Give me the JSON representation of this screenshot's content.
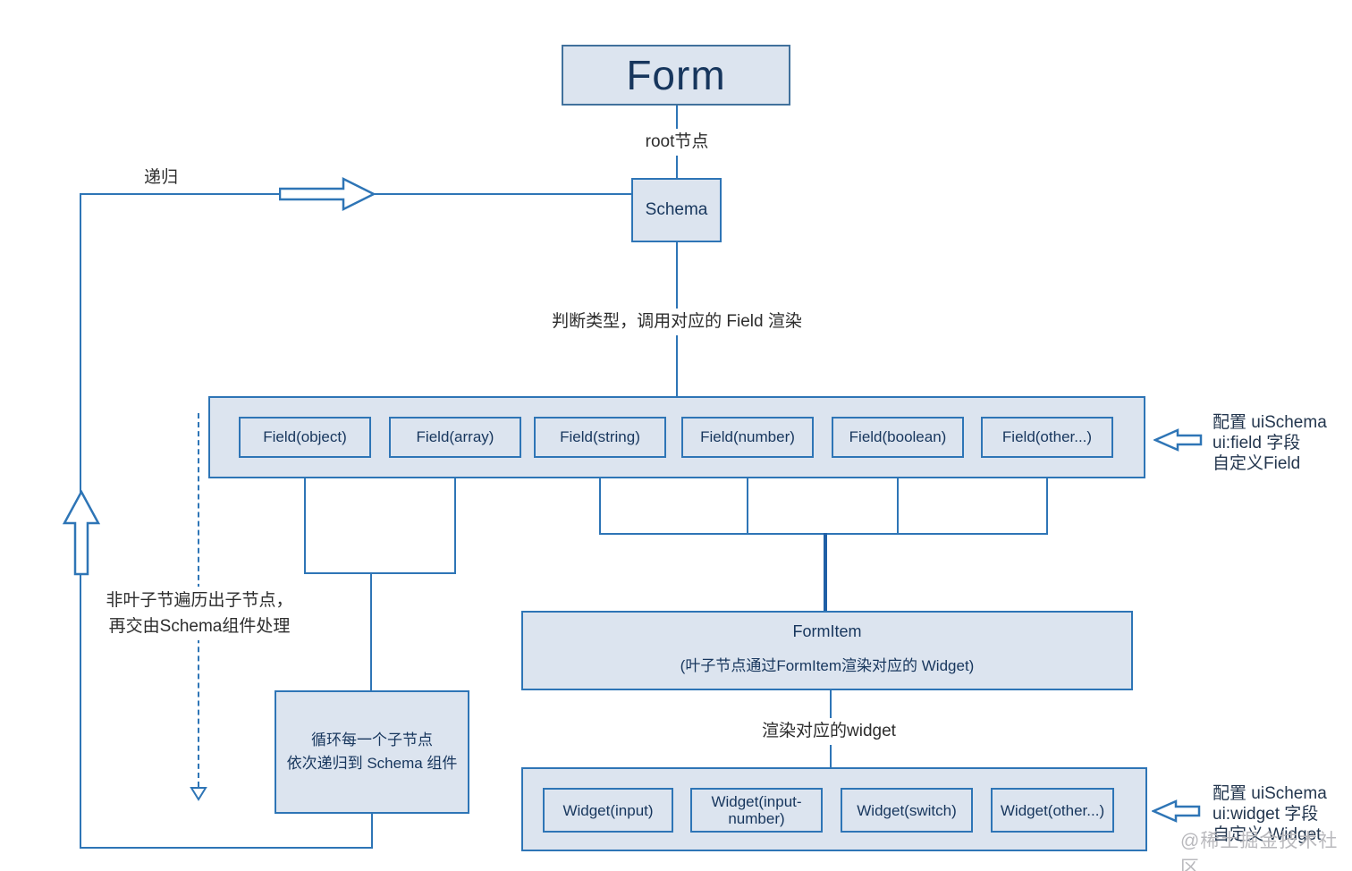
{
  "colors": {
    "accent": "#2e75b6",
    "box_fill": "#dce4ef",
    "dark_text": "#17365d",
    "thick_line": "#1f5fa6"
  },
  "nodes": {
    "form": "Form",
    "schema": "Schema",
    "formitem_title": "FormItem",
    "formitem_subtitle": "(叶子节点通过FormItem渲染对应的 Widget)",
    "loop_line1": "循环每一个子节点",
    "loop_line2": "依次递归到 Schema 组件"
  },
  "fields": [
    "Field(object)",
    "Field(array)",
    "Field(string)",
    "Field(number)",
    "Field(boolean)",
    "Field(other...)"
  ],
  "widgets": [
    "Widget(input)",
    "Widget(input-number)",
    "Widget(switch)",
    "Widget(other...)"
  ],
  "edge_labels": {
    "root": "root节点",
    "judge": "判断类型，调用对应的 Field 渲染",
    "render_widget": "渲染对应的widget",
    "recursion": "递归",
    "non_leaf_1": "非叶子节遍历出子节点，",
    "non_leaf_2": "再交由Schema组件处理"
  },
  "annotations": {
    "field_1": "配置 uiSchema",
    "field_2": "ui:field 字段",
    "field_3": "自定义Field",
    "widget_1": "配置 uiSchema",
    "widget_2": "ui:widget 字段",
    "widget_3": "自定义 Widget"
  },
  "watermark": "@稀土掘金技术社区"
}
